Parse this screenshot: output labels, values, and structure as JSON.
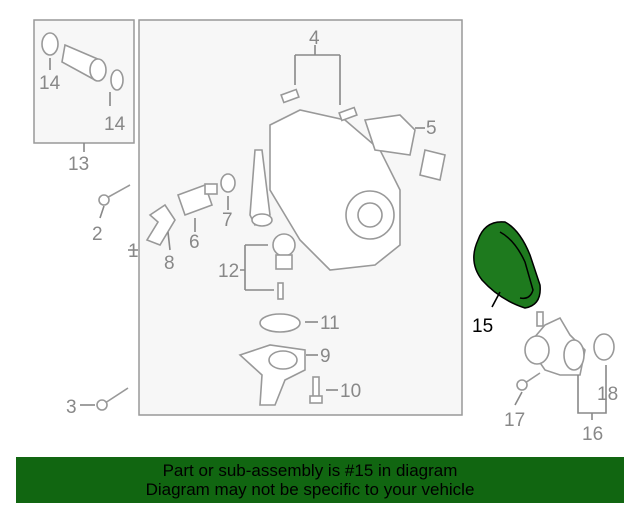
{
  "diagram": {
    "labels": [
      "1",
      "2",
      "3",
      "4",
      "5",
      "6",
      "7",
      "8",
      "9",
      "10",
      "11",
      "12",
      "13",
      "14",
      "14",
      "15",
      "16",
      "17",
      "18"
    ],
    "highlighted_part": "15",
    "highlight_color": "#1e7a1e"
  },
  "banner": {
    "line1": "Part or sub-assembly is #15 in diagram",
    "line2": "Diagram may not be specific to your vehicle",
    "color": "#116611"
  }
}
